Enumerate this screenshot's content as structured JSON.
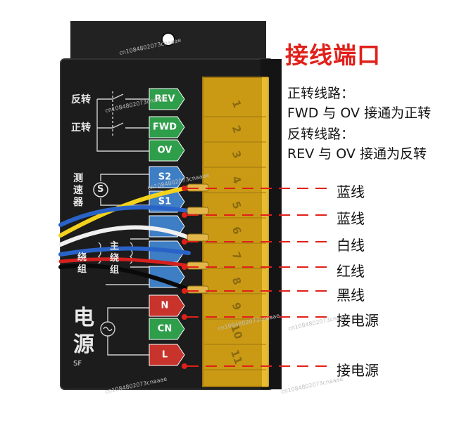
{
  "header": {
    "title": "接线端口",
    "forward_heading": "正转线路：",
    "forward_text": "FWD 与 OV 接通为正转",
    "reverse_heading": "反转线路：",
    "reverse_text": "REV 与 OV 接通为反转"
  },
  "panel": {
    "labels": {
      "reverse": "反转",
      "forward": "正转",
      "tach": "测速器",
      "tach_symbol": "S",
      "main_winding": "主绕组",
      "aux_winding": "绕组",
      "power": "电源",
      "brand": "SF"
    },
    "terminals": [
      {
        "label": "REV",
        "color": "#2e9e4a"
      },
      {
        "label": "FWD",
        "color": "#2e9e4a"
      },
      {
        "label": "OV",
        "color": "#2e9e4a"
      },
      {
        "label": "S2",
        "color": "#3d7ec4"
      },
      {
        "label": "S1",
        "color": "#3d7ec4"
      },
      {
        "label": "",
        "color": "#3d7ec4"
      },
      {
        "label": "",
        "color": "#3d7ec4"
      },
      {
        "label": "",
        "color": "#3d7ec4"
      },
      {
        "label": "N",
        "color": "#c8332c"
      },
      {
        "label": "CN",
        "color": "#2e9e4a"
      },
      {
        "label": "L",
        "color": "#c8332c"
      }
    ],
    "strip_numbers": [
      "1",
      "2",
      "3",
      "4",
      "5",
      "6",
      "7",
      "8",
      "9",
      "10",
      "11"
    ]
  },
  "callouts": [
    {
      "text": "蓝线"
    },
    {
      "text": "蓝线"
    },
    {
      "text": "白线"
    },
    {
      "text": "红线"
    },
    {
      "text": "黑线"
    },
    {
      "text": "接电源"
    },
    {
      "text": "接电源"
    }
  ],
  "watermarks": [
    "cn1084802073cnaaae"
  ],
  "colors": {
    "accent_red": "#e0201a",
    "board": "#1c1c1c",
    "strip": "#d9a514",
    "wire_blue": "#2a63c8",
    "wire_white": "#f0f0f0",
    "wire_yellow": "#f2d21c",
    "wire_black": "#0a0a0a"
  }
}
